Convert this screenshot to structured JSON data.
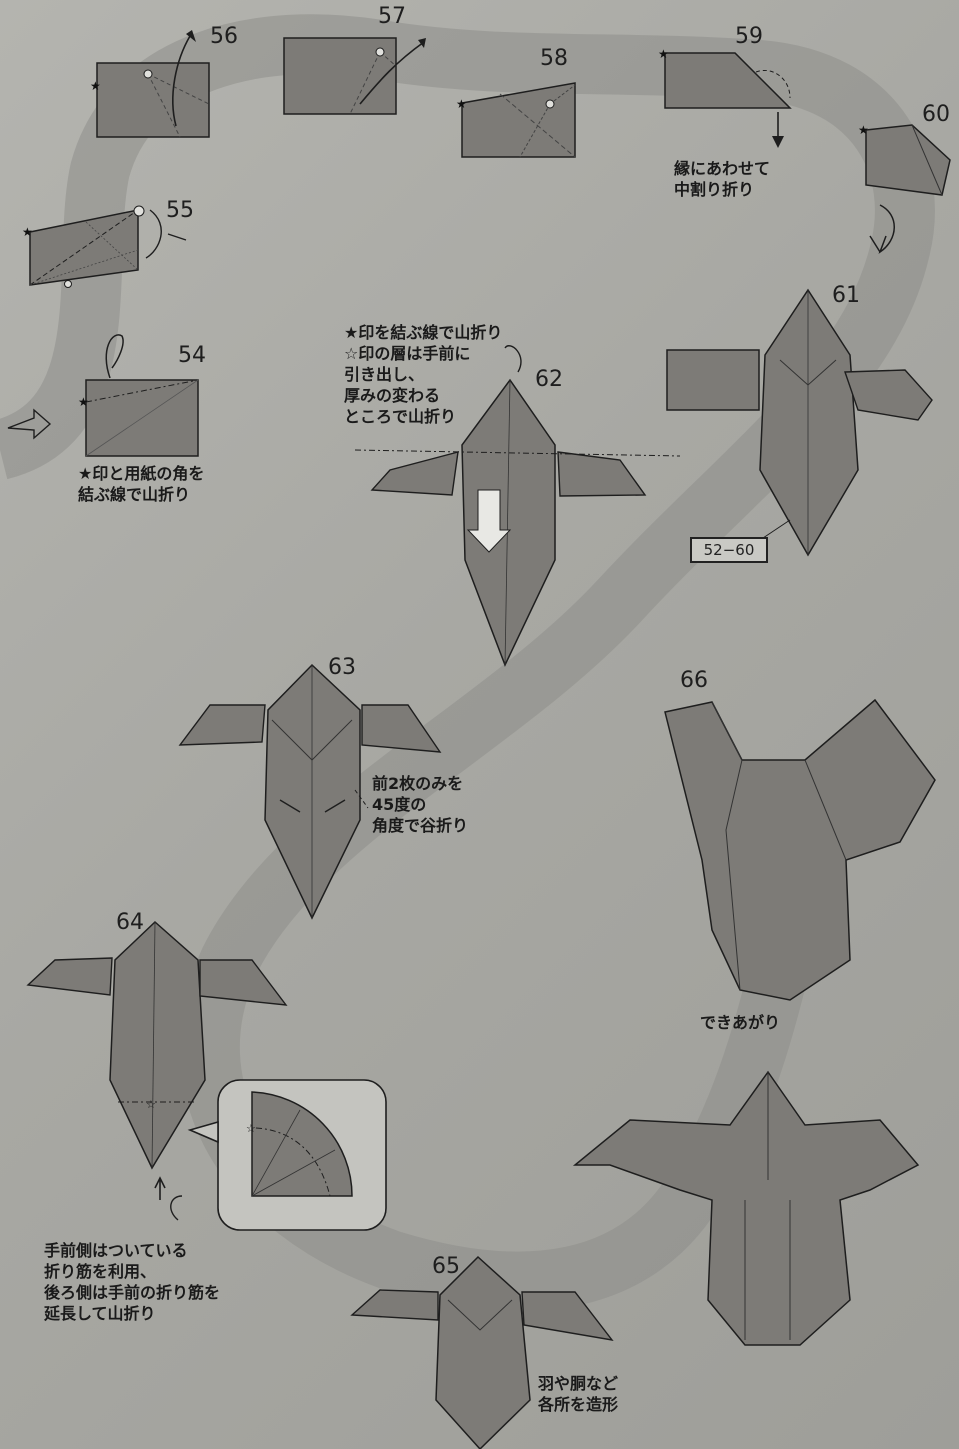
{
  "steps": {
    "s54": "54",
    "s55": "55",
    "s56": "56",
    "s57": "57",
    "s58": "58",
    "s59": "59",
    "s60": "60",
    "s61": "61",
    "s62": "62",
    "s63": "63",
    "s64": "64",
    "s65": "65",
    "s66": "66"
  },
  "captions": {
    "c54": "★印と用紙の角を\n結ぶ線で山折り",
    "c59": "縁にあわせて\n中割り折り",
    "c62": "★印を結ぶ線で山折り\n☆印の層は手前に\n引き出し、\n厚みの変わる\nところで山折り",
    "c63": "前2枚のみを\n45度の\n角度で谷折り",
    "c64": "手前側はついている\n折り筋を利用、\n後ろ側は手前の折り筋を\n延長して山折り",
    "c65": "羽や胴など\n各所を造形",
    "finished": "できあがり"
  },
  "range_label": "52−60",
  "colors": {
    "page": "#a9a9a4",
    "paper": "#7d7b77",
    "ink": "#1e1e1e",
    "path": "#8c8c88"
  }
}
